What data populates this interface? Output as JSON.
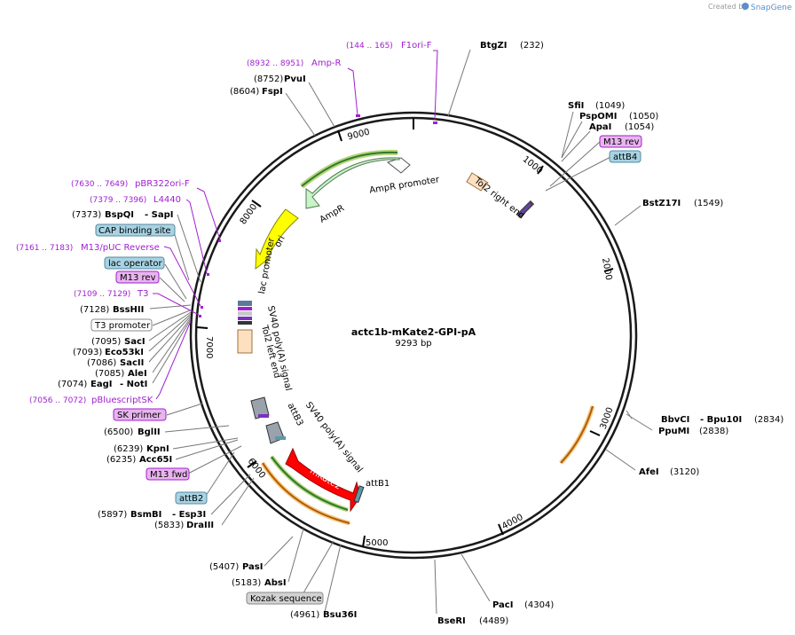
{
  "map": {
    "name": "actc1b-mKate2-GPI-pA",
    "length": "9293 bp"
  },
  "branding": {
    "created_by": "Created by",
    "app": "SnapGene"
  },
  "ticks": [
    "1000",
    "2000",
    "3000",
    "4000",
    "5000",
    "6000",
    "7000",
    "8000",
    "9000"
  ],
  "features": {
    "ampr_promoter": "AmpR promoter",
    "ampr": "AmpR",
    "ori": "ori",
    "tol2_right": "Tol2 right end",
    "tol2_left": "Tol2 left end",
    "lac_promoter": "lac promoter",
    "sv40_top": "SV40 poly(A) signal",
    "sv40_bottom": "SV40 poly(A) signal",
    "attb3": "attB3",
    "attb1": "attB1",
    "mkate2": "mKate2"
  },
  "labels": {
    "f1ori_pos": "(144 .. 165)",
    "f1ori": "F1ori-F",
    "btgzi": "BtgZI",
    "btgzi_pos": "(232)",
    "ampr_pos": "(8932 .. 8951)",
    "ampr_primer": "Amp-R",
    "pvui_pos": "(8752)",
    "pvui": "PvuI",
    "fspi_pos": "(8604)",
    "fspi": "FspI",
    "sfii": "SfiI",
    "sfii_pos": "(1049)",
    "pspomi": "PspOMI",
    "pspomi_pos": "(1050)",
    "apai": "ApaI",
    "apai_pos": "(1054)",
    "m13rev_r": "M13 rev",
    "attb4": "attB4",
    "bstz17i": "BstZ17I",
    "bstz17i_pos": "(1549)",
    "pbr_pos": "(7630 .. 7649)",
    "pbr": "pBR322ori-F",
    "l4440_pos": "(7379 .. 7396)",
    "l4440": "L4440",
    "bspqi_pos": "(7373)",
    "bspqi": "BspQI",
    "sapi": "- SapI",
    "cap": "CAP binding site",
    "m13puc_pos": "(7161 .. 7183)",
    "m13puc": "M13/pUC Reverse",
    "lacop": "lac operator",
    "m13rev_l": "M13 rev",
    "t3_pos": "(7109 .. 7129)",
    "t3": "T3",
    "bsshii_pos": "(7128)",
    "bsshii": "BssHII",
    "t3prom": "T3 promoter",
    "saci_pos": "(7095)",
    "saci": "SacI",
    "eco53ki_pos": "(7093)",
    "eco53ki": "Eco53kI",
    "sacii_pos": "(7086)",
    "sacii": "SacII",
    "alei_pos": "(7085)",
    "alei": "AleI",
    "eagi_pos": "(7074)",
    "eagi": "EagI",
    "noti": "- NotI",
    "pbs_pos": "(7056 .. 7072)",
    "pbs": "pBluescriptSK",
    "skprimer": "SK primer",
    "bglii_pos": "(6500)",
    "bglii": "BglII",
    "kpni_pos": "(6239)",
    "kpni": "KpnI",
    "acc65i_pos": "(6235)",
    "acc65i": "Acc65I",
    "m13fwd": "M13 fwd",
    "attb2": "attB2",
    "bsmbi_pos": "(5897)",
    "bsmbi": "BsmBI",
    "esp3i": "- Esp3I",
    "draiii_pos": "(5833)",
    "draiii": "DraIII",
    "bbvci": "BbvCI",
    "bpu10i": "- Bpu10I",
    "bbvci_pos": "(2834)",
    "pspumi": "PpuMI",
    "ppumi_pos": "(2838)",
    "afei": "AfeI",
    "afei_pos": "(3120)",
    "pasi_pos": "(5407)",
    "pasi": "PasI",
    "absi_pos": "(5183)",
    "absi": "AbsI",
    "kozak": "Kozak sequence",
    "bsu36i_pos": "(4961)",
    "bsu36i": "Bsu36I",
    "paci": "PacI",
    "paci_pos": "(4304)",
    "bseri": "BseRI",
    "bseri_pos": "(4489)"
  },
  "colors": {
    "primer": "#a020d0",
    "ampr_fill": "#c8f5c8",
    "ori_fill": "#ffff00",
    "mkate2_fill": "#ff0000",
    "tol2_fill": "#fde0c0",
    "attb_fill": "#9ab4c4",
    "m13_box": "#e8b4ee",
    "blue_box": "#a7d3e3",
    "gray_box": "#d3d3d3"
  }
}
